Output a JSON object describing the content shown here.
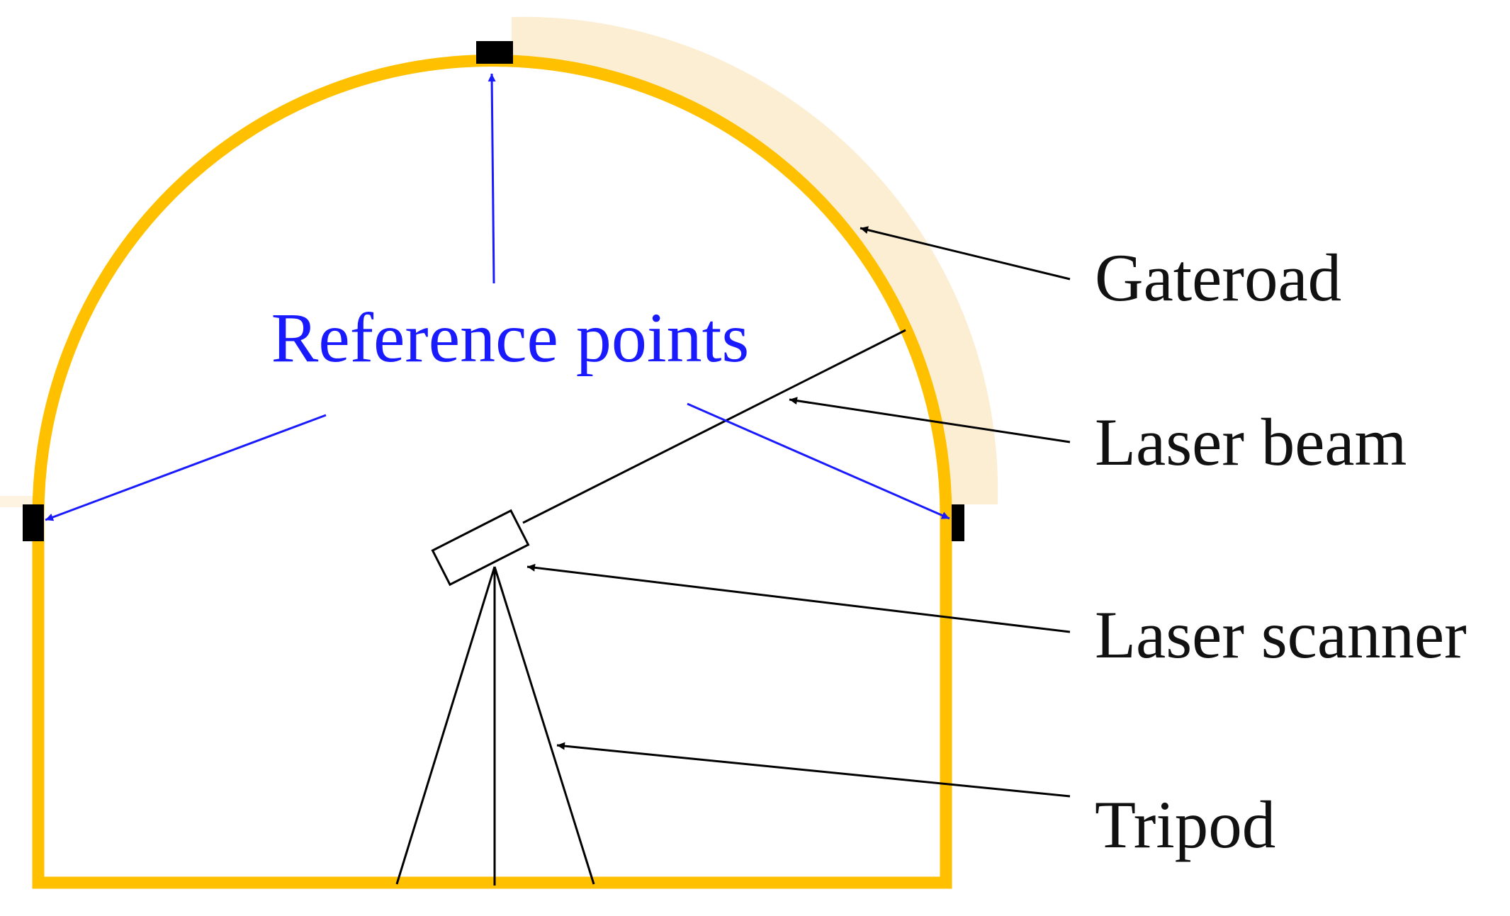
{
  "labels": {
    "gateroad": "Gateroad",
    "laser_beam": "Laser beam",
    "laser_scanner": "Laser scanner",
    "tripod": "Tripod",
    "reference_points": "Reference points"
  },
  "colors": {
    "outline": "#FFC000",
    "highlight": "#FBEBCB",
    "reference": "#1A1AFF",
    "annotation": "#000000",
    "marker": "#000000"
  }
}
